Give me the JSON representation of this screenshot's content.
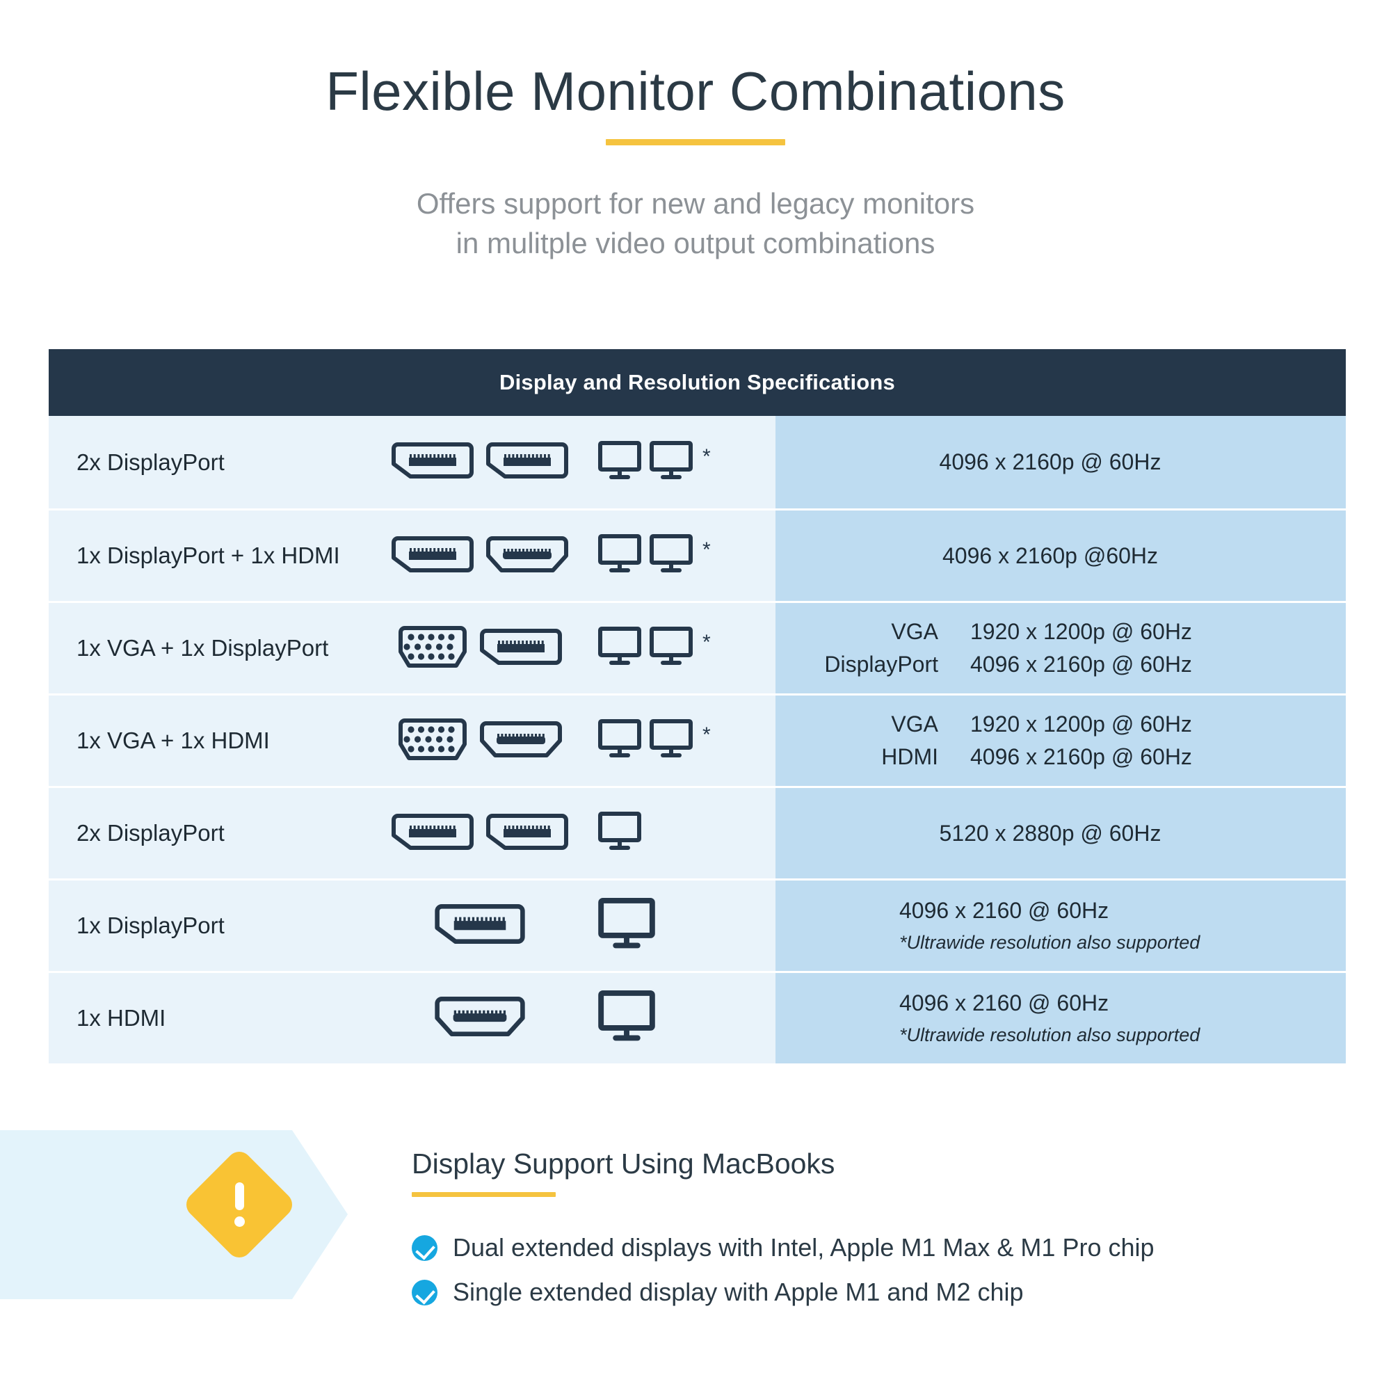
{
  "header": {
    "title": "Flexible Monitor Combinations",
    "subtitle_line1": "Offers support for new and legacy monitors",
    "subtitle_line2": "in mulitple video output combinations"
  },
  "table": {
    "header": "Display and Resolution Specifications",
    "rows": [
      {
        "combo": "2x DisplayPort",
        "connectors": [
          "displayport",
          "displayport"
        ],
        "monitors": 2,
        "asterisk": true,
        "resolution_type": "simple",
        "resolution": "4096 x 2160p @ 60Hz"
      },
      {
        "combo": "1x DisplayPort + 1x HDMI",
        "connectors": [
          "displayport",
          "hdmi"
        ],
        "monitors": 2,
        "asterisk": true,
        "resolution_type": "simple",
        "resolution": "4096 x 2160p @60Hz"
      },
      {
        "combo": "1x VGA + 1x DisplayPort",
        "connectors": [
          "vga",
          "displayport"
        ],
        "monitors": 2,
        "asterisk": true,
        "resolution_type": "pairs",
        "pairs": [
          {
            "label": "VGA",
            "value": "1920 x 1200p @ 60Hz"
          },
          {
            "label": "DisplayPort",
            "value": "4096 x 2160p @ 60Hz"
          }
        ]
      },
      {
        "combo": "1x VGA + 1x HDMI",
        "connectors": [
          "vga",
          "hdmi"
        ],
        "monitors": 2,
        "asterisk": true,
        "resolution_type": "pairs",
        "pairs": [
          {
            "label": "VGA",
            "value": "1920 x 1200p @ 60Hz"
          },
          {
            "label": "HDMI",
            "value": "4096 x 2160p @ 60Hz"
          }
        ]
      },
      {
        "combo": "2x DisplayPort",
        "connectors": [
          "displayport",
          "displayport"
        ],
        "monitors": 1,
        "asterisk": false,
        "resolution_type": "simple",
        "resolution": "5120 x 2880p @ 60Hz"
      },
      {
        "combo": "1x DisplayPort",
        "connectors": [
          "displayport"
        ],
        "monitors": 1,
        "monitor_size": "large",
        "asterisk": false,
        "resolution_type": "note",
        "resolution": "4096 x 2160 @ 60Hz",
        "note": "*Ultrawide resolution also supported"
      },
      {
        "combo": "1x HDMI",
        "connectors": [
          "hdmi"
        ],
        "monitors": 1,
        "monitor_size": "large",
        "asterisk": false,
        "resolution_type": "note",
        "resolution": "4096 x 2160 @ 60Hz",
        "note": "*Ultrawide resolution also supported"
      }
    ]
  },
  "footer": {
    "warning_icon": "warning-diamond-icon",
    "title": "Display Support Using MacBooks",
    "items": [
      "Dual extended displays with Intel, Apple M1 Max & M1 Pro chip",
      "Single extended display with Apple M1 and M2 chip"
    ]
  },
  "colors": {
    "accent_yellow": "#f5c33f",
    "header_dark": "#25374a",
    "cell_left_bg": "#e9f3fa",
    "cell_right_bg": "#bedcf1",
    "check_blue": "#16a7e0",
    "warning_yellow": "#f9c334",
    "banner_bg": "#e3f3fb",
    "text_dark": "#2b3a45",
    "text_muted": "#8c9196"
  }
}
